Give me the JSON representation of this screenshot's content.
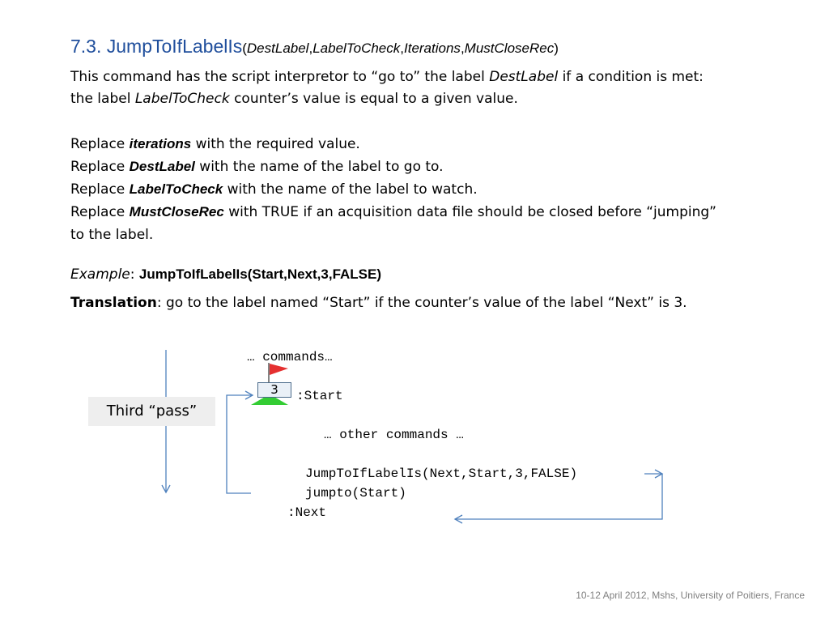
{
  "title": {
    "main": "7.3. JumpToIfLabelIs",
    "open": "(",
    "arg1": "DestLabel",
    "sep1": ",",
    "arg2": "LabelToCheck",
    "sep2": ",",
    "arg3": "Iterations",
    "sep3": ",",
    "arg4": "MustCloseRec",
    "close": ")"
  },
  "intro": {
    "line1_a": "This command has the script interpretor to “go to” the label ",
    "line1_b": "DestLabel",
    "line1_c": " if a condition is met:",
    "line2_a": "the label ",
    "line2_b": "LabelToCheck",
    "line2_c": " counter’s value is equal to a given value."
  },
  "replace": [
    {
      "prefix": "Replace ",
      "keyword": "iterations",
      "text": " with the required value."
    },
    {
      "prefix": "Replace ",
      "keyword": "DestLabel",
      "text": " with the name of the label to go to."
    },
    {
      "prefix": "Replace ",
      "keyword": "LabelToCheck",
      "text": " with the name of the label to watch."
    },
    {
      "prefix": "Replace ",
      "keyword": "MustCloseRec",
      "text": " with TRUE if an acquisition data file should be closed before “jumping”"
    },
    {
      "prefix": "",
      "keyword": "",
      "text": "to the label."
    }
  ],
  "example": {
    "label": "Example",
    "colon": ": ",
    "code": "JumpToIfLabelIs(Start,Next,3,FALSE)"
  },
  "translation": {
    "label": "Translation",
    "text": ": go to the label named “Start” if the counter’s value of the label “Next” is 3."
  },
  "diagram": {
    "commands": "… commands…",
    "start_label": ":Start",
    "counter_value": "3",
    "other_commands": "… other commands …",
    "jump_line": "JumpToIfLabelIs(Next,Start,3,FALSE)",
    "jumpto_line": "jumpto(Start)",
    "next_label": ":Next",
    "pass_label": "Third “pass”",
    "flag_color": "#e53030",
    "triangle_color": "#33cc33",
    "arrow_color": "#4f81bd"
  },
  "footer": "10-12 April 2012, Mshs, University of Poitiers, France"
}
